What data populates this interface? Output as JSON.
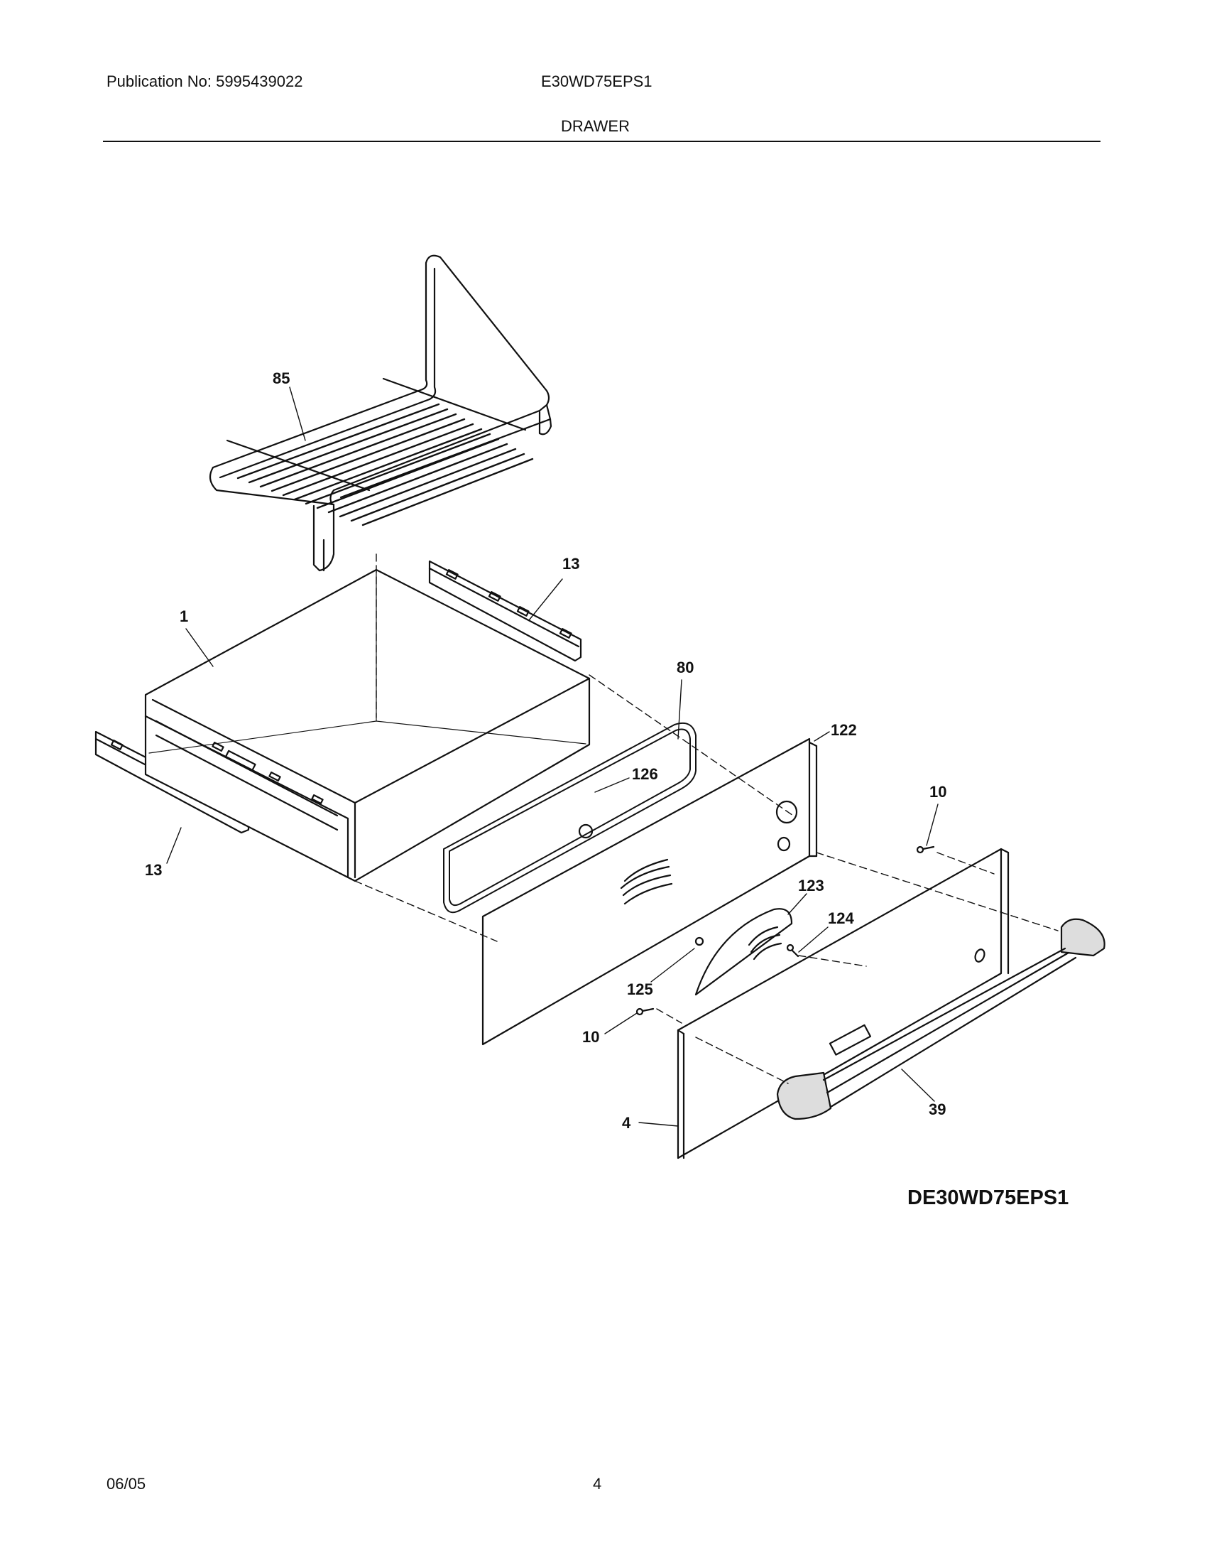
{
  "header": {
    "publication": "Publication No: 5995439022",
    "model": "E30WD75EPS1",
    "section": "DRAWER"
  },
  "diagram": {
    "callouts": {
      "rack": "85",
      "slide_right": "13",
      "drawer_body": "1",
      "gasket": "80",
      "inner_panel": "122",
      "slide_left": "13",
      "plug": "126",
      "screw_upper": "10",
      "vent_cover": "123",
      "vent_screw": "124",
      "spacer": "125",
      "screw_lower": "10",
      "front_panel": "4",
      "handle": "39"
    },
    "drawing_id": "DE30WD75EPS1"
  },
  "footer": {
    "date": "06/05",
    "page": "4"
  }
}
